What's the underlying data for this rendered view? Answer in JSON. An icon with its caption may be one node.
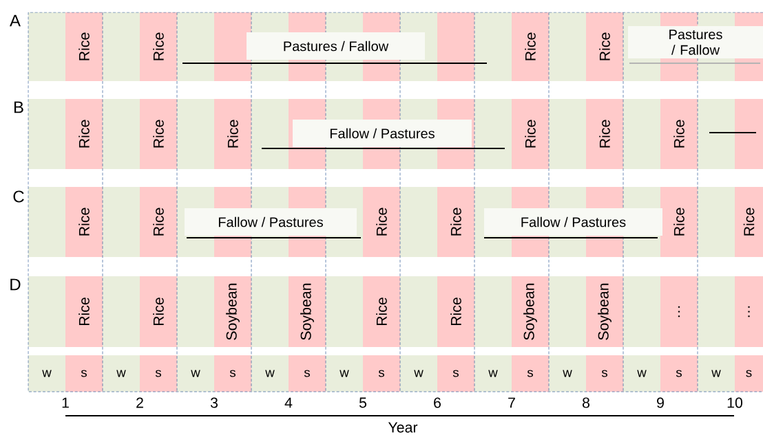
{
  "diagram": {
    "nodes": [
      {
        "text": [
          "Pastures / Fallow"
        ]
      },
      {
        "text": [
          "Pastures / Fallow"
        ]
      },
      {
        "text": [
          "Fallow / Pastures"
        ]
      },
      {
        "text": [
          "Fallow / Pastures"
        ]
      },
      {
        "text": [
          "Fallow / Pastures"
        ]
      }
    ],
    "labels": [
      "A",
      "Rice",
      "Rice",
      "Rice",
      "Rice",
      "B",
      "Rice",
      "Rice",
      "Rice",
      "Rice",
      "Rice",
      "Rice",
      "C",
      "Rice",
      "Rice",
      "Rice",
      "Rice",
      "Rice",
      "Rice",
      "D",
      "Rice",
      "Rice",
      "Soybean",
      "Soybean",
      "Rice",
      "Rice",
      "Soybean",
      "Soybean",
      "…",
      "…",
      "w",
      "s",
      "w",
      "s",
      "w",
      "s",
      "w",
      "s",
      "w",
      "s",
      "w",
      "s",
      "w",
      "s",
      "w",
      "s",
      "w",
      "s",
      "w",
      "s",
      "1",
      "2",
      "3",
      "4",
      "5",
      "6",
      "7",
      "8",
      "9",
      "10",
      "Year"
    ]
  }
}
